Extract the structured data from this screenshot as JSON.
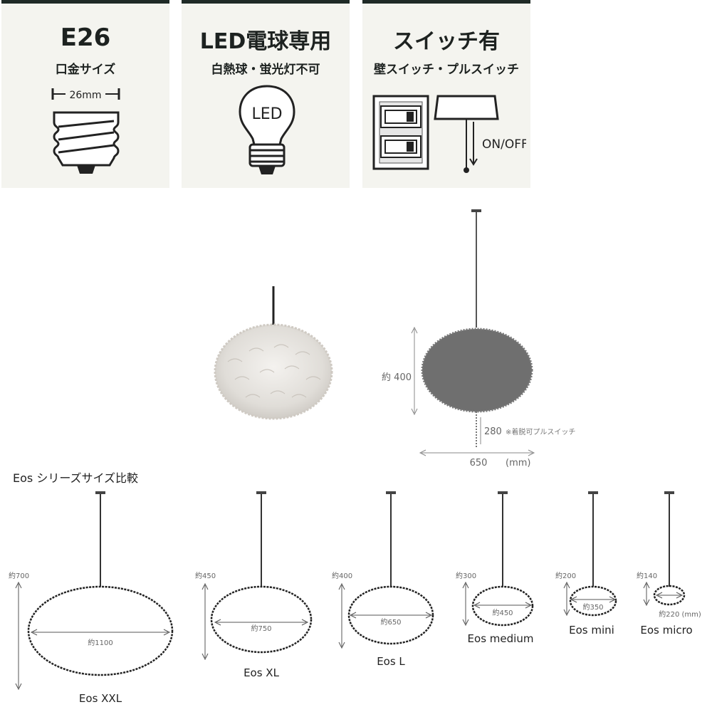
{
  "cards": [
    {
      "title": "E26",
      "subtitle": "口金サイズ",
      "dimension": "26mm"
    },
    {
      "title": "LED電球専用",
      "subtitle": "白熱球・蛍光灯不可",
      "bulb_text": "LED"
    },
    {
      "title": "スイッチ有",
      "subtitle": "壁スイッチ・プルスイッチ",
      "switch_text": "ON/OFF"
    }
  ],
  "spec": {
    "height": "約 400",
    "pull_length": "280",
    "pull_note": "※着脱可プルスイッチ",
    "width": "650",
    "unit": "(mm)"
  },
  "series": {
    "title": "Eos シリーズサイズ比較",
    "items": [
      {
        "name": "Eos XXL",
        "height_label": "約700",
        "width_label": "約1100"
      },
      {
        "name": "Eos XL",
        "height_label": "約450",
        "width_label": "約750"
      },
      {
        "name": "Eos L",
        "height_label": "約400",
        "width_label": "約650"
      },
      {
        "name": "Eos medium",
        "height_label": "約300",
        "width_label": "約450"
      },
      {
        "name": "Eos mini",
        "height_label": "約200",
        "width_label": "約350"
      },
      {
        "name": "Eos micro",
        "height_label": "約140",
        "width_label": "約220 (mm)"
      }
    ]
  },
  "colors": {
    "card_bg": "#f4f4ef",
    "card_border": "#1f2a26",
    "shade_dark": "#6f6f6f",
    "line": "#555555"
  }
}
